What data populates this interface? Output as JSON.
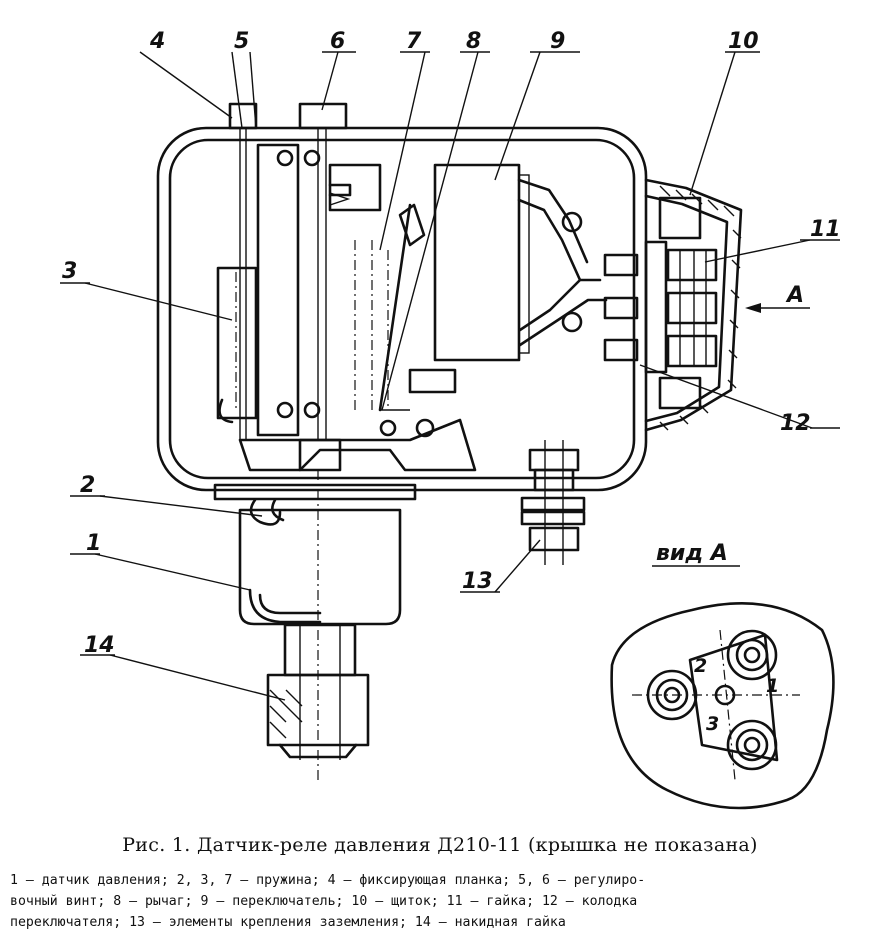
{
  "figure": {
    "callouts": [
      "4",
      "5",
      "6",
      "7",
      "8",
      "9",
      "10",
      "3",
      "11",
      "A",
      "12",
      "2",
      "1",
      "13",
      "14"
    ],
    "view_title": "вид А",
    "view_numbers": [
      "2",
      "1",
      "3"
    ],
    "caption": "Рис. 1. Датчик-реле давления Д210-11 (крышка не показана)",
    "legend_lines": [
      "1 — датчик давления; 2, 3, 7 — пружина; 4 — фиксирующая планка; 5, 6 — регулиро-",
      "вочный винт; 8 — рычаг; 9 — переключатель; 10 — щиток; 11 — гайка; 12 — колодка",
      "переключателя; 13 — элементы крепления заземления; 14 — накидная гайка"
    ]
  }
}
